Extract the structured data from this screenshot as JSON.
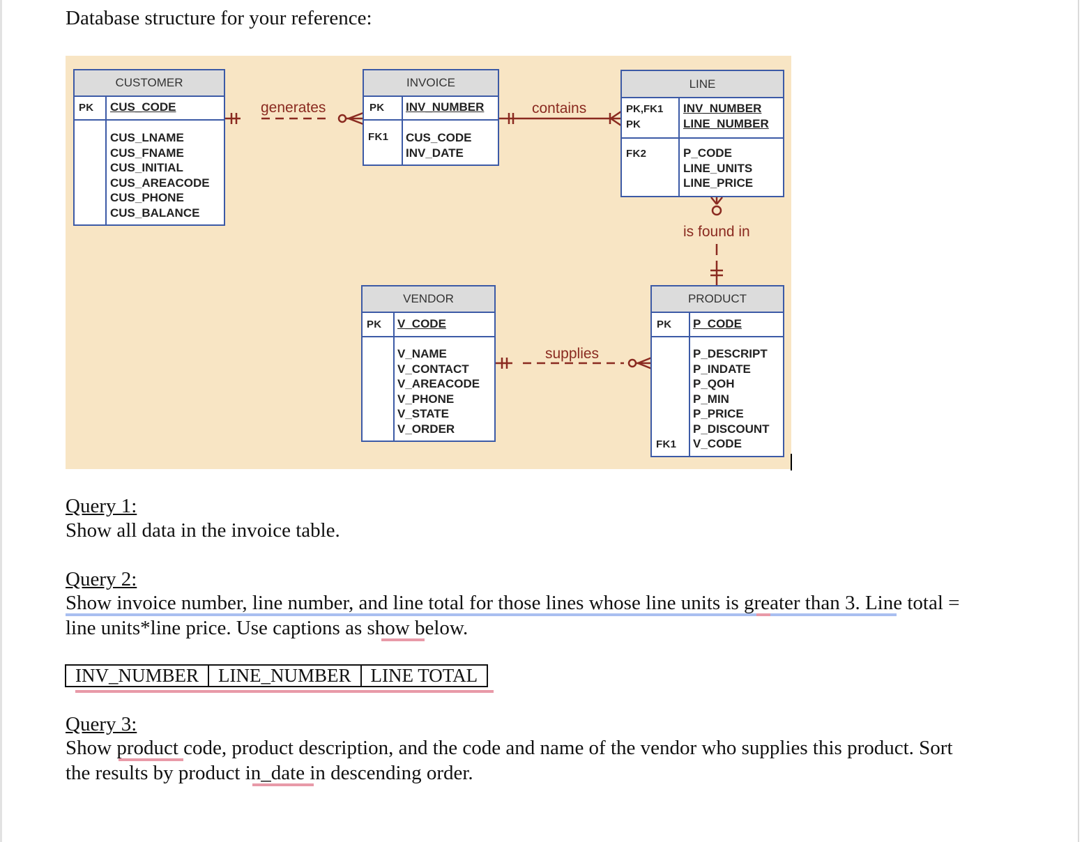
{
  "heading": "Database structure for your reference:",
  "diagram": {
    "tables": {
      "customer": {
        "name": "CUSTOMER",
        "pk_label": "PK",
        "pk": "CUS_CODE",
        "attributes": "CUS_LNAME\nCUS_FNAME\nCUS_INITIAL\nCUS_AREACODE\nCUS_PHONE\nCUS_BALANCE"
      },
      "invoice": {
        "name": "INVOICE",
        "pk_label": "PK",
        "pk": "INV_NUMBER",
        "fk_label": "FK1",
        "attributes": "CUS_CODE\nINV_DATE"
      },
      "line": {
        "name": "LINE",
        "pk_label": "PK,FK1\nPK",
        "pk": "INV_NUMBER\nLINE_NUMBER",
        "fk_label": "FK2",
        "attributes": "P_CODE\nLINE_UNITS\nLINE_PRICE"
      },
      "vendor": {
        "name": "VENDOR",
        "pk_label": "PK",
        "pk": "V_CODE",
        "attributes": "V_NAME\nV_CONTACT\nV_AREACODE\nV_PHONE\nV_STATE\nV_ORDER"
      },
      "product": {
        "name": "PRODUCT",
        "pk_label": "PK",
        "pk": "P_CODE",
        "fk_label": "FK1",
        "attributes": "P_DESCRIPT\nP_INDATE\nP_QOH\nP_MIN\nP_PRICE\nP_DISCOUNT\nV_CODE"
      }
    },
    "relationships": {
      "generates": "generates",
      "contains": "contains",
      "is_found_in": "is found in",
      "supplies": "supplies"
    },
    "colors": {
      "panel": "#f8e5c4",
      "table_border": "#3c5aa6",
      "header_fill": "#dcdcdc",
      "relationship": "#8a2a20"
    }
  },
  "queries": {
    "q1": {
      "title": "Query 1:",
      "text": "Show all data in the invoice table."
    },
    "q2": {
      "title": "Query 2:",
      "text_line1": "Show invoice number, line number, and line total for those lines whose line units is greater than 3. Line total =",
      "text_line2": "line units*line price. Use captions as show below.",
      "captions": [
        "INV_NUMBER",
        "LINE_NUMBER",
        "LINE TOTAL"
      ]
    },
    "q3": {
      "title": "Query 3:",
      "text_line1": "Show product code, product description, and the code and name of the vendor who supplies this product. Sort",
      "text_line2": "the results by product in_date in descending order."
    }
  }
}
